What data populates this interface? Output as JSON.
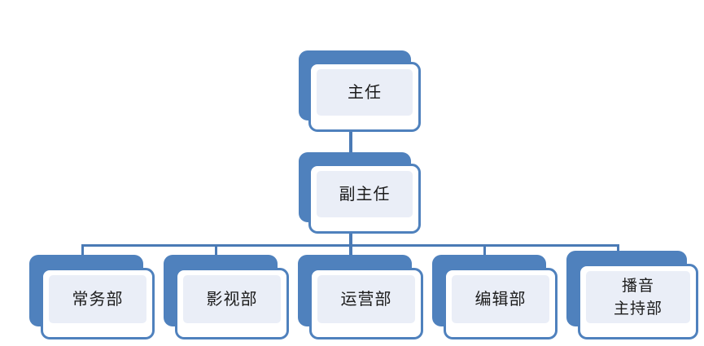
{
  "diagram": {
    "type": "org-chart",
    "title": "",
    "colors": {
      "plate": "#4f81bd",
      "card_border": "#4f81bd",
      "card_fill": "#ffffff",
      "panel_fill": "#eaeef7",
      "connector": "#4a7ab5",
      "text": "#1c1c1c",
      "background": "#ffffff"
    },
    "levels": [
      {
        "level": 1,
        "nodes": [
          {
            "id": "director",
            "label": "主任",
            "lines": 1
          }
        ]
      },
      {
        "level": 2,
        "nodes": [
          {
            "id": "deputy-director",
            "label": "副主任",
            "lines": 1
          }
        ]
      },
      {
        "level": 3,
        "nodes": [
          {
            "id": "executive-dept",
            "label": "常务部",
            "lines": 1
          },
          {
            "id": "film-tv-dept",
            "label": "影视部",
            "lines": 1
          },
          {
            "id": "operations-dept",
            "label": "运营部",
            "lines": 1
          },
          {
            "id": "editorial-dept",
            "label": "编辑部",
            "lines": 1
          },
          {
            "id": "broadcast-host-dept",
            "label": "播音\n主持部",
            "lines": 2
          }
        ]
      }
    ],
    "edges": [
      {
        "from": "director",
        "to": "deputy-director"
      },
      {
        "from": "deputy-director",
        "to": "executive-dept"
      },
      {
        "from": "deputy-director",
        "to": "film-tv-dept"
      },
      {
        "from": "deputy-director",
        "to": "operations-dept"
      },
      {
        "from": "deputy-director",
        "to": "editorial-dept"
      },
      {
        "from": "deputy-director",
        "to": "broadcast-host-dept"
      }
    ]
  }
}
